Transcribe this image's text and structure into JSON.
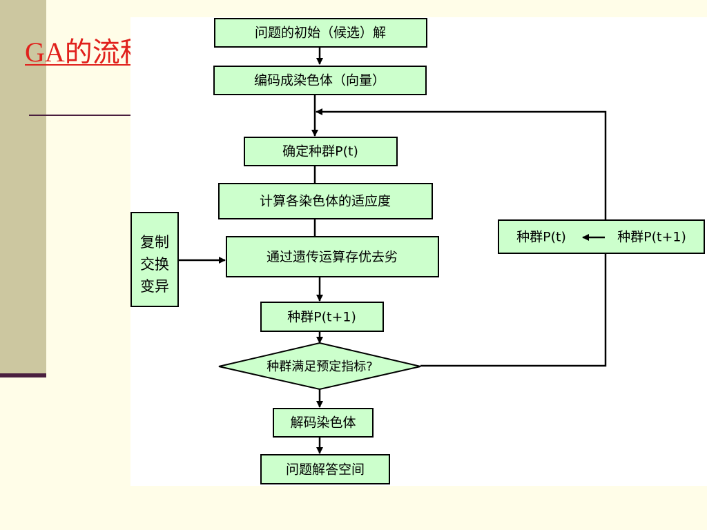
{
  "slide": {
    "title": "GA的流程",
    "title_color": "#E0201B",
    "accent_dark": "#4A1F3F",
    "stripe_color": "#CCC7A0",
    "background": "#FFFDE8"
  },
  "diagram": {
    "node_fill": "#CCFFCC",
    "nodes": {
      "n1": "问题的初始（候选）解",
      "n2": "编码成染色体（向量）",
      "n3": "确定种群P(t)",
      "n4": "计算各染色体的适应度",
      "n5": "通过遗传运算存优去劣",
      "n6": "种群P(t+1)",
      "n7": "种群满足预定指标?",
      "n8": "解码染色体",
      "n9": "问题解答空间"
    },
    "side_box": {
      "line1": "复制",
      "line2": "交换",
      "line3": "变异"
    },
    "loop_box": {
      "left": "种群P(t)",
      "right": "种群P(t+1)"
    }
  }
}
